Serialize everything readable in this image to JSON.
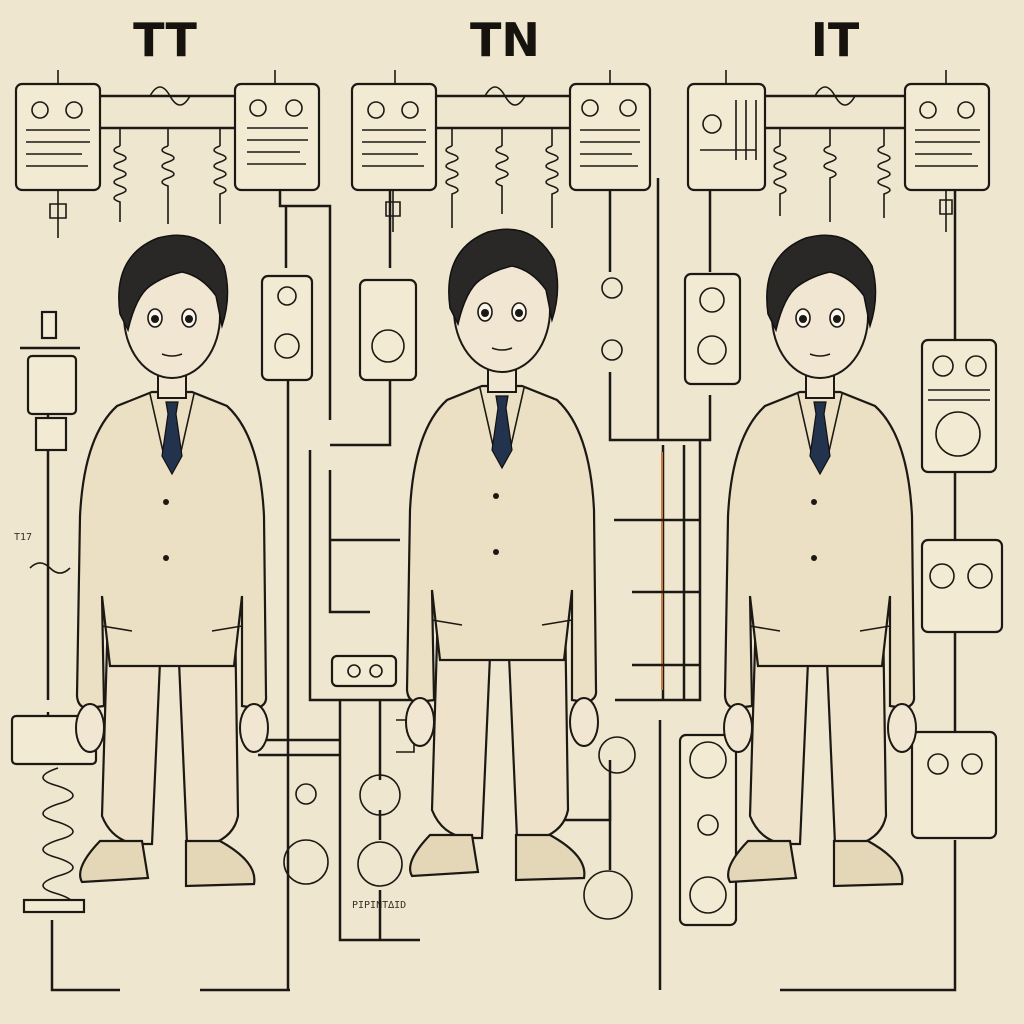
{
  "titles": [
    "TT",
    "TN",
    "IT"
  ],
  "side_label": "T17",
  "scribble_label": "PIPINT∆ID"
}
